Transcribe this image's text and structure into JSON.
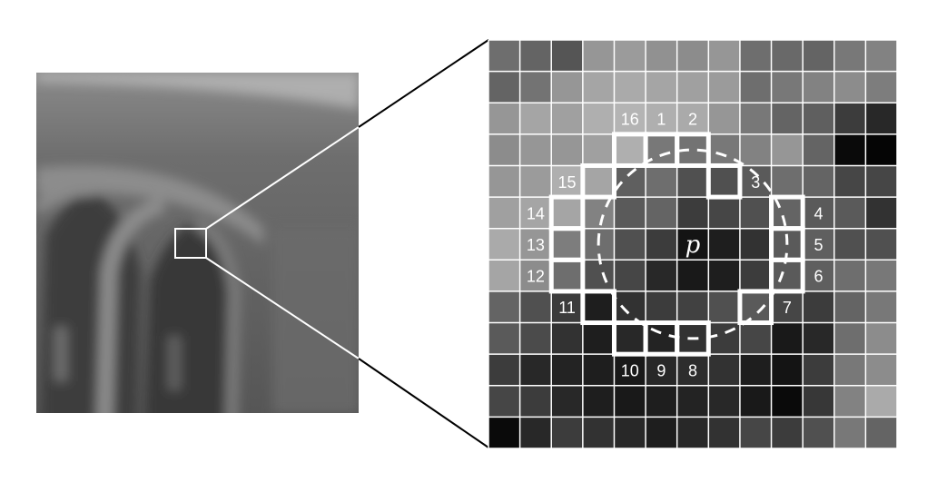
{
  "diagram": {
    "center_label": "p",
    "circle_labels": [
      "1",
      "2",
      "3",
      "4",
      "5",
      "6",
      "7",
      "8",
      "9",
      "10",
      "11",
      "12",
      "13",
      "14",
      "15",
      "16"
    ],
    "circle_cells": [
      [
        3,
        5
      ],
      [
        3,
        6
      ],
      [
        4,
        7
      ],
      [
        5,
        9
      ],
      [
        6,
        9
      ],
      [
        7,
        9
      ],
      [
        8,
        8
      ],
      [
        9,
        6
      ],
      [
        9,
        5
      ],
      [
        9,
        4
      ],
      [
        8,
        3
      ],
      [
        7,
        2
      ],
      [
        6,
        2
      ],
      [
        5,
        2
      ],
      [
        4,
        3
      ],
      [
        3,
        4
      ]
    ],
    "center_cell": [
      6,
      6
    ],
    "grid_rows": 13,
    "grid_cols": 13,
    "pixel_grays": [
      [
        110,
        100,
        85,
        150,
        155,
        145,
        140,
        150,
        110,
        105,
        100,
        120,
        130
      ],
      [
        100,
        115,
        150,
        165,
        170,
        165,
        160,
        155,
        110,
        120,
        130,
        140,
        125
      ],
      [
        150,
        165,
        160,
        175,
        180,
        175,
        170,
        150,
        120,
        100,
        95,
        60,
        40
      ],
      [
        140,
        150,
        150,
        160,
        175,
        120,
        115,
        120,
        130,
        150,
        100,
        10,
        5
      ],
      [
        150,
        155,
        175,
        165,
        95,
        110,
        80,
        80,
        90,
        110,
        100,
        70,
        70
      ],
      [
        160,
        165,
        165,
        130,
        90,
        100,
        60,
        70,
        80,
        100,
        90,
        90,
        50
      ],
      [
        170,
        150,
        125,
        110,
        80,
        60,
        20,
        30,
        50,
        90,
        95,
        80,
        80
      ],
      [
        165,
        140,
        110,
        80,
        70,
        40,
        25,
        30,
        60,
        90,
        95,
        110,
        120
      ],
      [
        100,
        80,
        60,
        30,
        50,
        60,
        65,
        80,
        90,
        70,
        60,
        100,
        120
      ],
      [
        90,
        75,
        50,
        30,
        40,
        35,
        50,
        60,
        70,
        25,
        40,
        110,
        140
      ],
      [
        60,
        40,
        35,
        30,
        25,
        40,
        45,
        50,
        30,
        20,
        60,
        120,
        140
      ],
      [
        70,
        60,
        40,
        30,
        25,
        30,
        35,
        40,
        25,
        10,
        55,
        130,
        170
      ],
      [
        10,
        40,
        60,
        50,
        40,
        30,
        40,
        50,
        70,
        60,
        80,
        120,
        100
      ]
    ]
  }
}
